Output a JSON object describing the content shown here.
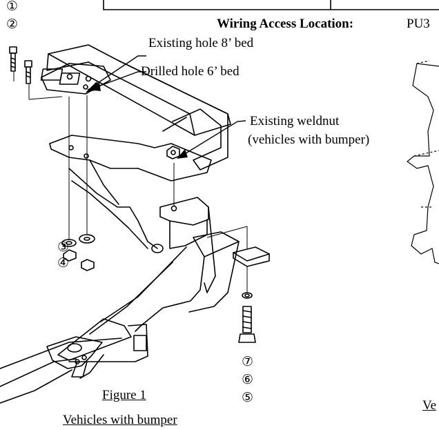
{
  "header": {
    "wiring_label": "Wiring Access Location:",
    "wiring_value": "PU3"
  },
  "callouts": {
    "existing_hole": "Existing hole 8’ bed",
    "drilled_hole": "Drilled hole 6’ bed",
    "weldnut_line1": "Existing weldnut",
    "weldnut_line2": "(vehicles with bumper)"
  },
  "part_numbers": {
    "p1": "①",
    "p2": "②",
    "p3": "③",
    "p4": "④",
    "p5": "⑤",
    "p6": "⑥",
    "p7": "⑦"
  },
  "figure": {
    "number": "Figure 1",
    "caption": "Vehicles with bumper",
    "right_cut_caption": "Ve"
  }
}
